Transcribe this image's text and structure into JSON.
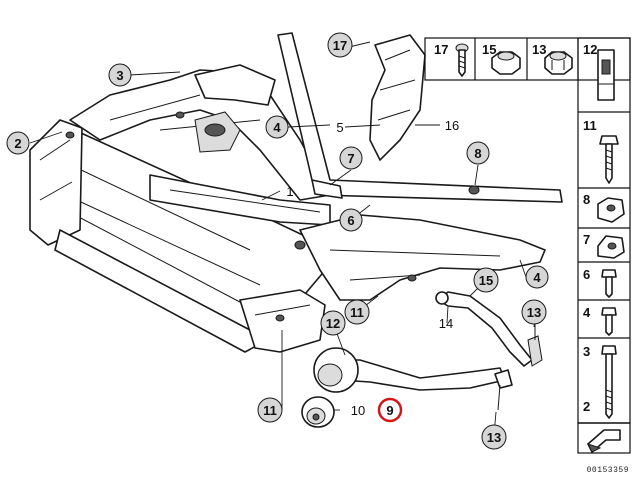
{
  "diagram": {
    "document_number": "00153359",
    "highlight_color": "#d01818",
    "callouts": {
      "c3": "3",
      "c2": "2",
      "c4a": "4",
      "c5": "5",
      "c17": "17",
      "c16": "16",
      "c7": "7",
      "c8": "8",
      "c1": "1",
      "c6": "6",
      "c15": "15",
      "c4b": "4",
      "c14": "14",
      "c12": "12",
      "c11a": "11",
      "c13a": "13",
      "c11b": "11",
      "c10": "10",
      "c9": "9",
      "c13b": "13"
    },
    "parts_table": {
      "top_row": [
        "17",
        "15",
        "13",
        "12"
      ],
      "right_column": [
        "11",
        "8",
        "7",
        "6",
        "4",
        "3",
        "2"
      ]
    }
  }
}
